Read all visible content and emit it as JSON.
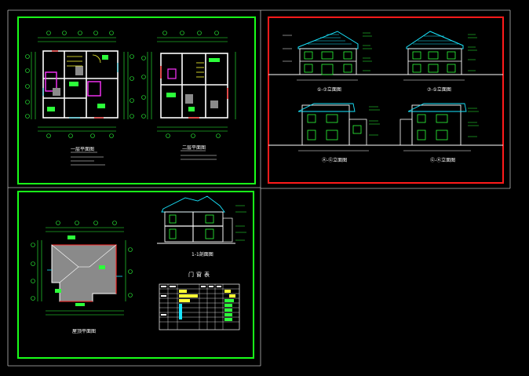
{
  "drawing": {
    "background": "#000000",
    "colors": {
      "frame_green": "#19ff19",
      "frame_red": "#ff1a1a",
      "line_white": "#ffffff",
      "line_cyan": "#19e6ff",
      "line_green": "#2cff3a",
      "line_yellow": "#ffff33",
      "line_magenta": "#ff33ff",
      "line_red": "#ff2a2a",
      "fill_gray": "#8a8a8a",
      "outer_frame": "#b8b8b8"
    },
    "sheets": [
      {
        "id": "floor-plans-1",
        "frame": "green",
        "titles": [
          "一层平面图",
          "二层平面图"
        ]
      },
      {
        "id": "elevations",
        "frame": "red",
        "titles": [
          "①-⑦立面图",
          "⑦-①立面图",
          "Ⓐ-Ⓖ立面图",
          "Ⓖ-Ⓐ立面图"
        ]
      },
      {
        "id": "roof-section",
        "frame": "green",
        "titles": [
          "屋顶平面图",
          "1-1剖面图",
          "门窗表"
        ]
      }
    ]
  }
}
